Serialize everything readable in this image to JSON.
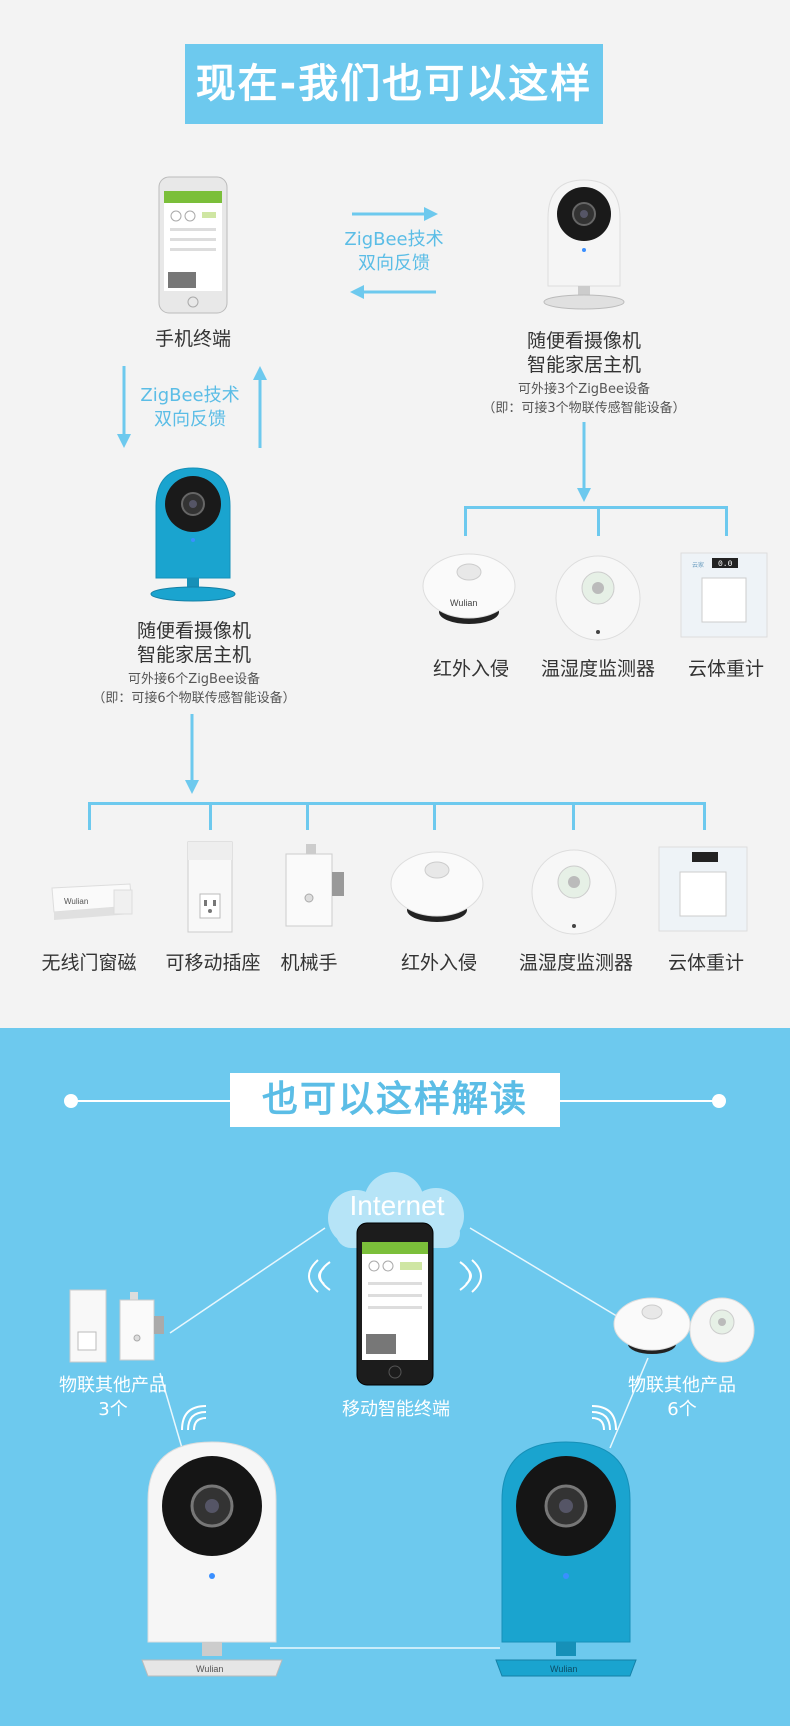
{
  "top": {
    "title": "现在-我们也可以这样",
    "phone_label": "手机终端",
    "zigbee_h": [
      "ZigBee技术",
      "双向反馈"
    ],
    "zigbee_v": [
      "ZigBee技术",
      "双向反馈"
    ],
    "cam_white": {
      "line1": "随便看摄像机",
      "line2": "智能家居主机",
      "sub1": "可外接3个ZigBee设备",
      "sub2": "（即：可接3个物联传感智能设备）"
    },
    "cam_blue": {
      "line1": "随便看摄像机",
      "line2": "智能家居主机",
      "sub1": "可外接6个ZigBee设备",
      "sub2": "（即：可接6个物联传感智能设备）"
    },
    "devices3": [
      "红外入侵",
      "温湿度监测器",
      "云体重计"
    ],
    "devices6": [
      "无线门窗磁",
      "可移动插座",
      "机械手",
      "红外入侵",
      "温湿度监测器",
      "云体重计"
    ],
    "brand": "Wulian",
    "scale_brand": "云家",
    "scale_display": "0.0"
  },
  "bottom": {
    "title": "也可以这样解读",
    "internet": "Internet",
    "terminal": "移动智能终端",
    "left_products": [
      "物联其他产品",
      "3个"
    ],
    "right_products": [
      "物联其他产品",
      "6个"
    ],
    "brand": "Wulian"
  }
}
